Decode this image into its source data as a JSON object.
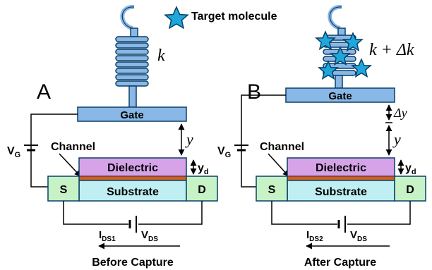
{
  "legend": {
    "star_label": "Target molecule"
  },
  "panel_a": {
    "letter": "A",
    "spring_constant": "k",
    "gate": "Gate",
    "gap": "y",
    "channel": "Channel",
    "dielectric": "Dielectric",
    "substrate": "Substrate",
    "source": "S",
    "drain": "D",
    "vg": {
      "main": "V",
      "sub": "G"
    },
    "yd": {
      "main": "y",
      "sub": "d"
    },
    "ids": {
      "main": "I",
      "sub": "DS1"
    },
    "vds": {
      "main": "V",
      "sub": "DS"
    },
    "caption": "Before Capture"
  },
  "panel_b": {
    "letter": "B",
    "spring_constant": "k + Δk",
    "gate": "Gate",
    "delta_gap": "Δy",
    "gap": "y",
    "channel": "Channel",
    "dielectric": "Dielectric",
    "substrate": "Substrate",
    "source": "S",
    "drain": "D",
    "vg": {
      "main": "V",
      "sub": "G"
    },
    "yd": {
      "main": "y",
      "sub": "d"
    },
    "ids": {
      "main": "I",
      "sub": "DS2"
    },
    "vds": {
      "main": "V",
      "sub": "DS"
    },
    "caption": "After Capture"
  },
  "colors": {
    "gate": "#8ab8e6",
    "spring": "#8ab8e6",
    "dielectric": "#d7a3e8",
    "oxide": "#c8602a",
    "substrate": "#bfeff2",
    "contacts": "#c6f2c6",
    "star": "#1fa7dc"
  }
}
